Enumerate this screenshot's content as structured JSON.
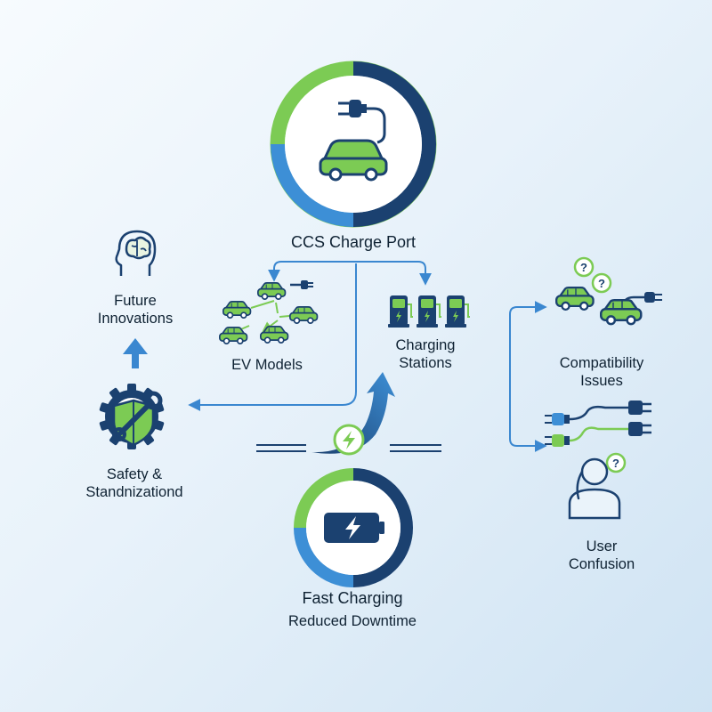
{
  "nodes": {
    "ccs_port": {
      "label": "CCS Charge Port"
    },
    "future": {
      "line1": "Future",
      "line2": "Innovations"
    },
    "ev_models": {
      "label": "EV Models"
    },
    "charging_stations": {
      "line1": "Charging",
      "line2": "Stations"
    },
    "compatibility": {
      "line1": "Compatibility",
      "line2": "Issues"
    },
    "safety": {
      "line1": "Safety &",
      "line2": "Standnizationd"
    },
    "user_confusion": {
      "line1": "User",
      "line2": "Confusion"
    },
    "fast_charging": {
      "label": "Fast Charging",
      "sublabel": "Reduced Downtime"
    }
  },
  "colors": {
    "navy": "#1b4170",
    "blue": "#3d8fd6",
    "green": "#7ccb54",
    "arrow": "#3a87d0",
    "text": "#0f2233"
  },
  "icons": {
    "ccs_port": "ev-plug-car-icon",
    "future": "brain-head-icon",
    "ev_models": "car-network-icon",
    "charging_stations": "charging-pump-icon",
    "compatibility": "cars-question-plug-icon",
    "cables": "mismatched-cables-icon",
    "safety": "gear-shield-wrench-icon",
    "user_confusion": "confused-person-icon",
    "fast_charging": "battery-bolt-icon"
  }
}
